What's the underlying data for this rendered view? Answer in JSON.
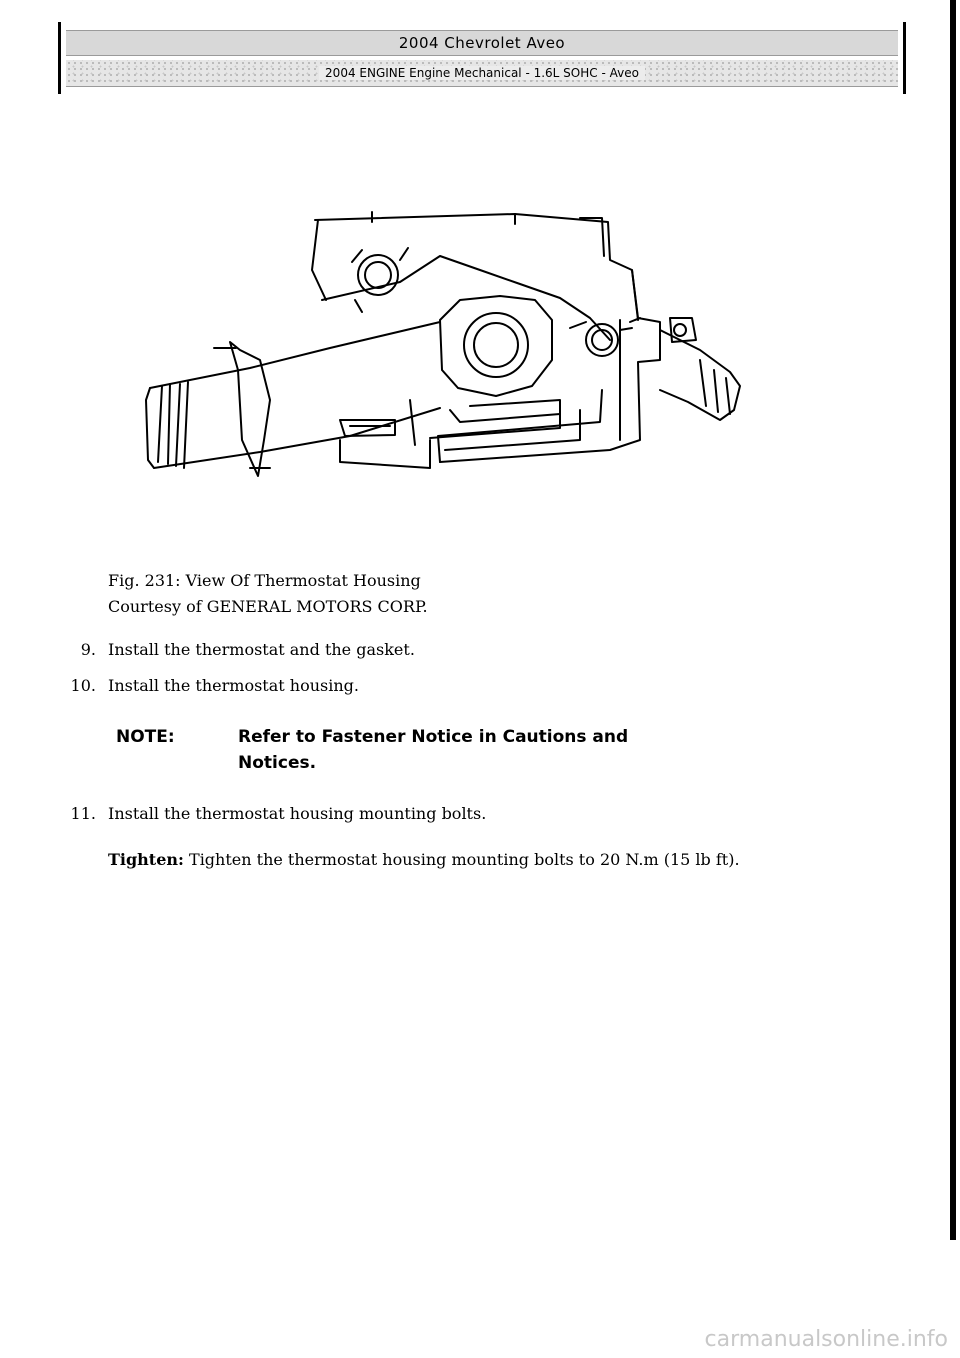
{
  "header": {
    "title": "2004 Chevrolet Aveo",
    "subtitle": "2004 ENGINE Engine Mechanical - 1.6L SOHC - Aveo"
  },
  "figure": {
    "caption_line1": "Fig. 231: View Of Thermostat Housing",
    "caption_line2": "Courtesy of GENERAL MOTORS CORP."
  },
  "steps": [
    {
      "number": "9.",
      "text": "Install the thermostat and the gasket."
    },
    {
      "number": "10.",
      "text": "Install the thermostat housing."
    },
    {
      "number": "11.",
      "text": "Install the thermostat housing mounting bolts."
    }
  ],
  "note": {
    "label": "NOTE:",
    "text": "Refer to Fastener Notice in Cautions and Notices."
  },
  "tighten": {
    "label": "Tighten:",
    "text": "Tighten the thermostat housing mounting bolts to 20 N.m (15 lb ft)."
  },
  "watermark": "carmanualsonline.info"
}
